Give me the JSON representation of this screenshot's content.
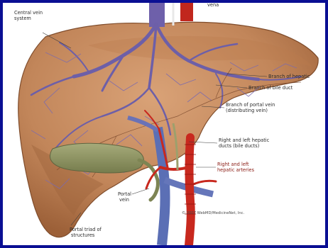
{
  "diagram": {
    "labels": {
      "top_fragment": "vena",
      "central_vein_line1": "Central vein",
      "central_vein_line2": "system",
      "branch_hepatic": "Branch of hepatic",
      "branch_bile": "Branch of bile duct",
      "branch_portal_line1": "Branch of portal vein",
      "branch_portal_line2": "(distributing vein)",
      "hepatic_ducts_line1": "Right and left hepatic",
      "hepatic_ducts_line2": "ducts (bile ducts)",
      "hepatic_arteries_line1": "Right and left",
      "hepatic_arteries_line2": "hepatic arteries",
      "portal_vein_line1": "Portal",
      "portal_vein_line2": "vein",
      "portal_triad_line1": "Portal triad of",
      "portal_triad_line2": "structures",
      "copyright": "© 2007 WebMD/MedicineNet, Inc."
    },
    "colors": {
      "frame": "#0a0f93",
      "liver": "#c98a5c",
      "liver_shade": "#a8683f",
      "vein": "#6d5fa8",
      "artery": "#c8281e",
      "gallbladder": "#8e9463",
      "portal_vein": "#5b6fb5"
    }
  }
}
